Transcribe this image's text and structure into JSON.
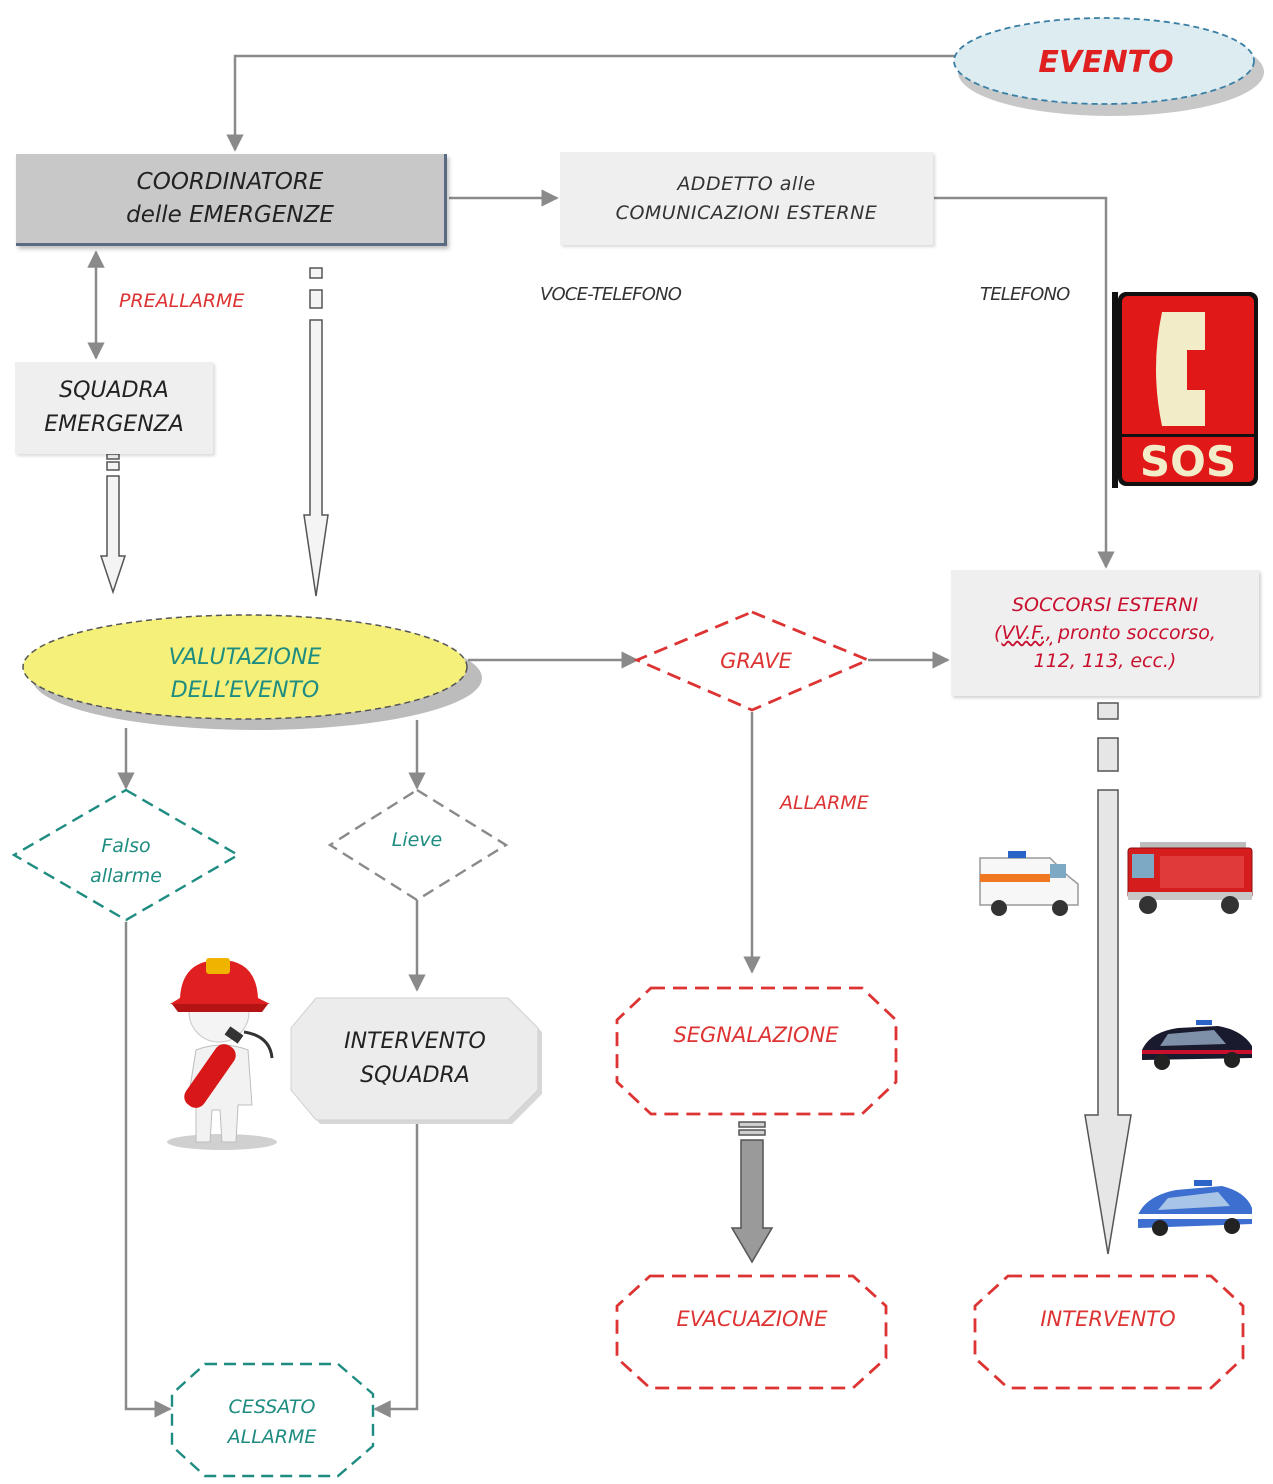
{
  "nodes": {
    "evento": "EVENTO",
    "coordinatore": {
      "line1": "COORDINATORE",
      "line2": "delle EMERGENZE"
    },
    "addetto": {
      "line1": "ADDETTO alle",
      "line2": "COMUNICAZIONI ESTERNE"
    },
    "squadra": {
      "line1": "SQUADRA",
      "line2": "EMERGENZA"
    },
    "valutazione": {
      "line1": "VALUTAZIONE",
      "line2": "DELL’EVENTO"
    },
    "grave": "GRAVE",
    "soccorsi": {
      "line1": "SOCCORSI ESTERNI",
      "line2_prefix": "(",
      "line2_wavy": "VV.F.,",
      "line2_rest": " pronto soccorso,",
      "line3": "112, 113, ecc.)"
    },
    "falso": {
      "line1": "Falso",
      "line2": "allarme"
    },
    "lieve": "Lieve",
    "intervento_squadra": {
      "line1": "INTERVENTO",
      "line2": "SQUADRA"
    },
    "segnalazione": "SEGNALAZIONE",
    "evacuazione": "EVACUAZIONE",
    "intervento": "INTERVENTO",
    "cessato": {
      "line1": "CESSATO",
      "line2": "ALLARME"
    }
  },
  "labels": {
    "preallarme": "PREALLARME",
    "voce_telefono": "VOCE-TELEFONO",
    "telefono": "TELEFONO",
    "allarme": "ALLARME"
  },
  "sos_sign": {
    "text": "SOS",
    "icon": "phone-handset-icon"
  },
  "illustrations": [
    "firefighter-figure",
    "ambulance",
    "fire-truck",
    "carabinieri-car",
    "police-car"
  ],
  "colors": {
    "red": "#c8102e",
    "teal": "#1e8c80",
    "grey_line": "#8a8a8a",
    "oval_yellow": "#f4f07a",
    "oval_blue": "#dcecf0"
  }
}
